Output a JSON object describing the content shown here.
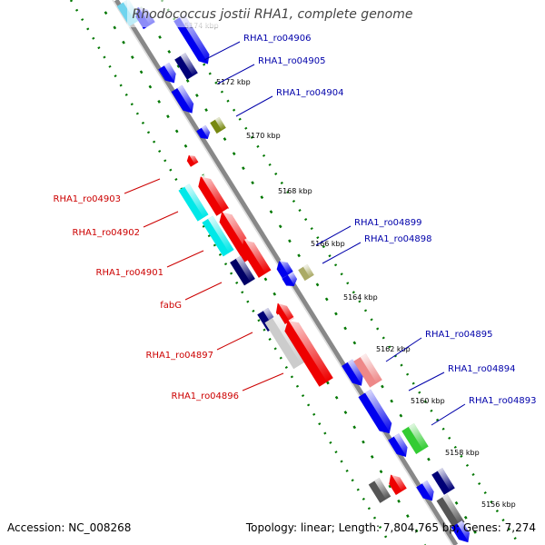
{
  "title": "Rhodococcus jostii RHA1, complete genome",
  "footer": {
    "accession": "Accession: NC_008268",
    "topology": "Topology: linear; Length: 7,804,765 bp; Genes: 7,274"
  },
  "colors": {
    "forward_label": "#0000aa",
    "reverse_label": "#cc0000",
    "axis_dots": "#007700",
    "backbone": "#888888"
  },
  "kbp_ticks": [
    "5174 kbp",
    "5172 kbp",
    "5170 kbp",
    "5168 kbp",
    "5166 kbp",
    "5164 kbp",
    "5162 kbp",
    "5160 kbp",
    "5158 kbp",
    "5156 kbp"
  ],
  "forward_gene_labels": [
    "RHA1_ro04906",
    "RHA1_ro04905",
    "RHA1_ro04904",
    "RHA1_ro04899",
    "RHA1_ro04898",
    "RHA1_ro04895",
    "RHA1_ro04894",
    "RHA1_ro04893"
  ],
  "reverse_gene_labels": [
    "RHA1_ro04903",
    "RHA1_ro04902",
    "RHA1_ro04901",
    "fabG",
    "RHA1_ro04897",
    "RHA1_ro04896"
  ]
}
